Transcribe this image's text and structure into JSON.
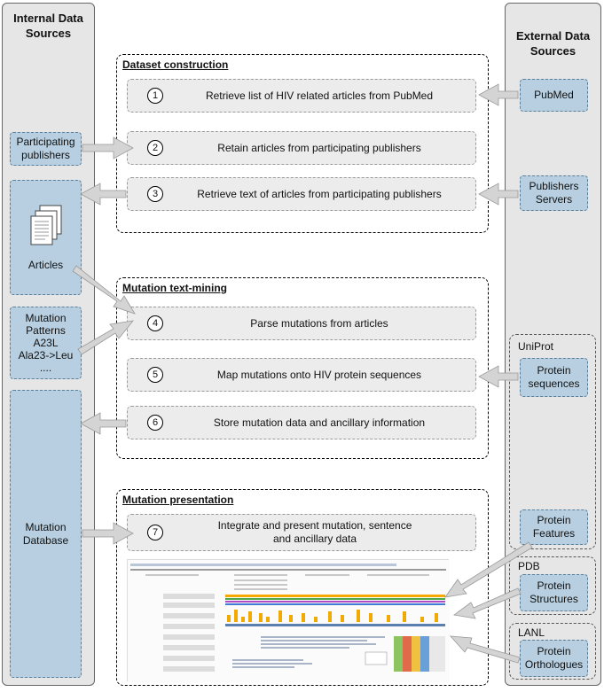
{
  "internal": {
    "title_line1": "Internal Data",
    "title_line2": "Sources",
    "participating_publishers": "Participating publishers",
    "articles": "Articles",
    "mutation_patterns": [
      "Mutation",
      "Patterns",
      "A23L",
      "Ala23->Leu",
      "...."
    ],
    "mutation_database": "Mutation Database"
  },
  "external": {
    "title_line1": "External Data",
    "title_line2": "Sources",
    "pubmed": "PubMed",
    "publishers_servers": "Publishers Servers",
    "uniprot": "UniProt",
    "protein_sequences": "Protein sequences",
    "protein_features": "Protein Features",
    "pdb": "PDB",
    "protein_structures": "Protein Structures",
    "lanl": "LANL",
    "protein_orthologues": "Protein Orthologues"
  },
  "sections": {
    "dataset": "Dataset construction",
    "textmining": "Mutation text-mining",
    "presentation": "Mutation presentation"
  },
  "steps": [
    {
      "num": "1",
      "text": "Retrieve list of HIV related articles from PubMed"
    },
    {
      "num": "2",
      "text": "Retain articles from participating publishers"
    },
    {
      "num": "3",
      "text": "Retrieve text of articles from participating publishers"
    },
    {
      "num": "4",
      "text": "Parse mutations from articles"
    },
    {
      "num": "5",
      "text": "Map mutations onto HIV protein sequences"
    },
    {
      "num": "6",
      "text": "Store mutation data and ancillary information"
    },
    {
      "num": "7",
      "text": "Integrate and present mutation, sentence and ancillary data"
    }
  ],
  "colors": {
    "column_bg": "#e6e6e6",
    "source_box": "#b7cfe0",
    "step_box": "#ececec",
    "arrow": "#d4d4d4",
    "bar": "#f2a900"
  }
}
